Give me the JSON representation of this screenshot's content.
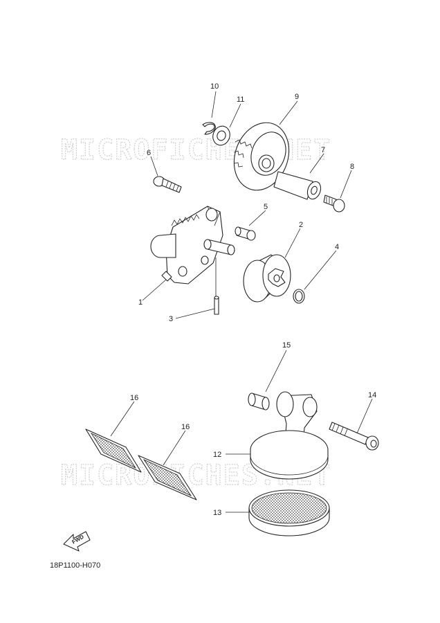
{
  "watermark": "MICROFICHES.NET",
  "diagram_code": "18P1100-H070",
  "fwd_label": "FWD",
  "callouts": {
    "p1": "1",
    "p2": "2",
    "p3": "3",
    "p4": "4",
    "p5": "5",
    "p6": "6",
    "p7": "7",
    "p8": "8",
    "p9": "9",
    "p10": "10",
    "p11": "11",
    "p12": "12",
    "p13": "13",
    "p14": "14",
    "p15": "15",
    "p16a": "16",
    "p16b": "16"
  }
}
